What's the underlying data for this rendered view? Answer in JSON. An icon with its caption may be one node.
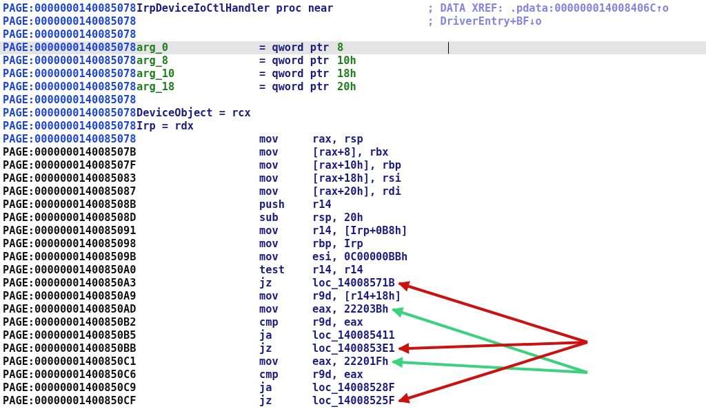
{
  "diagram": {
    "nodes": [
      {
        "text": [
          "loc_14008571B"
        ]
      },
      {
        "text": [
          "eax, 22203Bh"
        ]
      },
      {
        "text": [
          "loc_1400853E1"
        ]
      },
      {
        "text": [
          "eax, 22201Fh"
        ]
      },
      {
        "text": [
          "loc_14008525F"
        ]
      }
    ],
    "edges": [
      {
        "from": null,
        "to": 0,
        "arrow": "to"
      },
      {
        "from": null,
        "to": 1,
        "arrow": "to",
        "color": "#3ad17f"
      },
      {
        "from": null,
        "to": 2,
        "arrow": "to"
      },
      {
        "from": null,
        "to": 3,
        "arrow": "to",
        "color": "#3ad17f"
      },
      {
        "from": null,
        "to": 4,
        "arrow": "to"
      }
    ],
    "labels": [
      "PAGE:0000000140085078",
      "IrpDeviceIoCtlHandler proc near",
      "; DATA XREF: .pdata:000000014008406C↑o",
      "PAGE:0000000140085078",
      "; DriverEntry+BF↓o",
      "PAGE:0000000140085078",
      "PAGE:0000000140085078",
      "arg_0",
      "= qword ptr",
      "8",
      "PAGE:0000000140085078",
      "arg_8",
      "= qword ptr",
      "10h",
      "PAGE:0000000140085078",
      "arg_10",
      "= qword ptr",
      "18h",
      "PAGE:0000000140085078",
      "arg_18",
      "= qword ptr",
      "20h",
      "PAGE:0000000140085078",
      "PAGE:0000000140085078",
      "DeviceObject = rcx",
      "PAGE:0000000140085078",
      "Irp = rdx",
      "PAGE:0000000140085078",
      "mov",
      "rax, rsp",
      "PAGE:000000014008507B",
      "mov",
      "[rax+8], rbx",
      "PAGE:000000014008507F",
      "mov",
      "[rax+10h], rbp",
      "PAGE:0000000140085083",
      "mov",
      "[rax+18h], rsi",
      "PAGE:0000000140085087",
      "mov",
      "[rax+20h], rdi",
      "PAGE:000000014008508B",
      "push",
      "r14",
      "PAGE:000000014008508D",
      "sub",
      "rsp, 20h",
      "PAGE:0000000140085091",
      "mov",
      "r14, [Irp+0B8h]",
      "PAGE:0000000140085098",
      "mov",
      "rbp, Irp",
      "PAGE:000000014008509B",
      "mov",
      "esi, 0C00000BBh",
      "PAGE:00000001400850A0",
      "test",
      "r14, r14",
      "PAGE:00000001400850A3",
      "jz",
      "PAGE:00000001400850A9",
      "mov",
      "r9d, [r14+18h]",
      "PAGE:00000001400850AD",
      "mov",
      "PAGE:00000001400850B2",
      "cmp",
      "r9d, eax",
      "PAGE:00000001400850B5",
      "ja",
      "loc_140085411",
      "PAGE:00000001400850BB",
      "jz",
      "PAGE:00000001400850C1",
      "mov",
      "PAGE:00000001400850C6",
      "cmp",
      "r9d, eax",
      "PAGE:00000001400850C9",
      "ja",
      "loc_14008528F",
      "PAGE:00000001400850CF",
      "jz"
    ]
  }
}
